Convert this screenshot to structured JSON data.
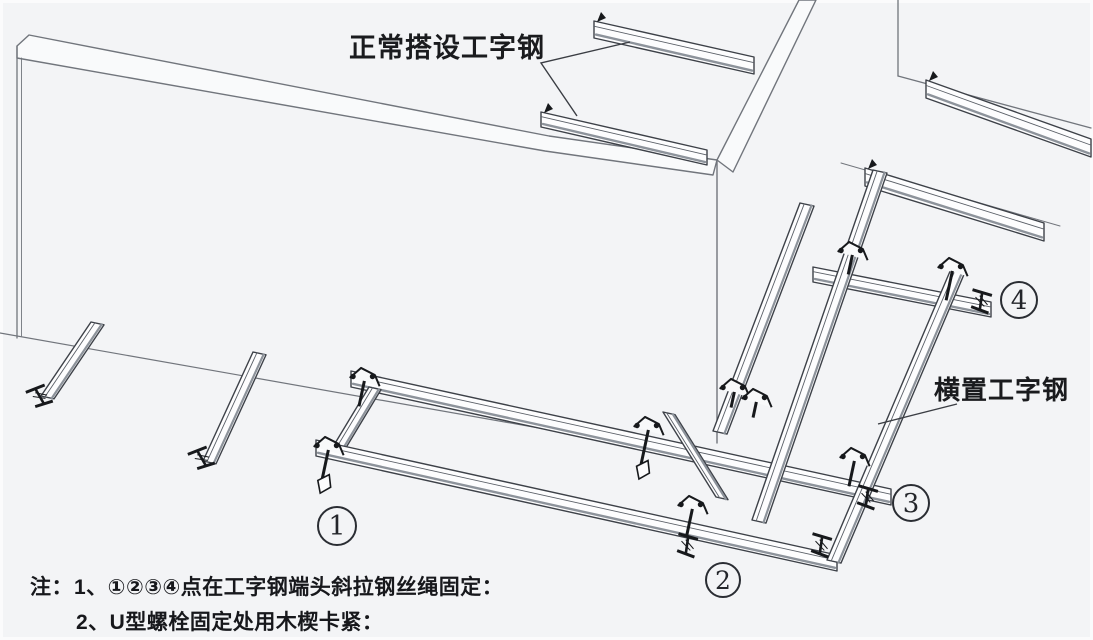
{
  "figure": {
    "type": "axonometric construction line drawing",
    "subject": "cantilevered I-beam layout at a building corner"
  },
  "labels": {
    "normal_ibeam": "正常搭设工字钢",
    "transverse_ibeam": "横置工字钢"
  },
  "markers": [
    {
      "num": "1"
    },
    {
      "num": "2"
    },
    {
      "num": "3"
    },
    {
      "num": "4"
    }
  ],
  "notes": {
    "prefix": "注：",
    "items": [
      "1、①②③④点在工字钢端头斜拉钢丝绳固定：",
      "2、U型螺栓固定处用木楔卡紧："
    ]
  },
  "colors": {
    "background": "#f3f4f6",
    "wall_line": "#71757c",
    "beam_line": "#3d4148",
    "beam_fill": "#fdfdfe",
    "beam_shadow": "#8d939b",
    "detail": "#17191c",
    "text": "#1a1b1e"
  }
}
